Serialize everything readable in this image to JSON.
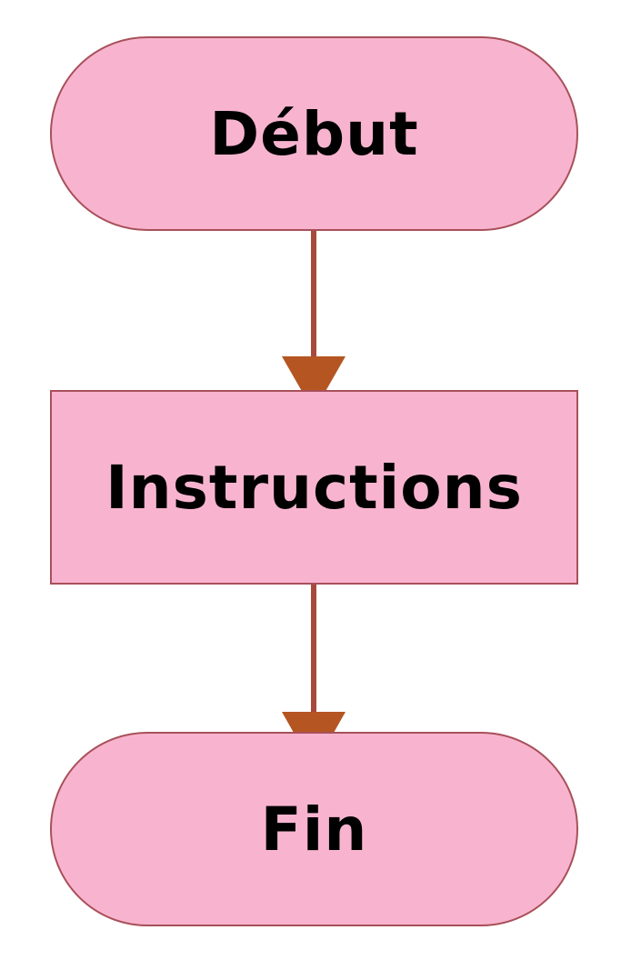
{
  "diagram": {
    "nodes": [
      {
        "id": "start",
        "label": "Début",
        "shape": "terminal"
      },
      {
        "id": "process",
        "label": "Instructions",
        "shape": "process"
      },
      {
        "id": "end",
        "label": "Fin",
        "shape": "terminal"
      }
    ],
    "edges": [
      {
        "from": "start",
        "to": "process"
      },
      {
        "from": "process",
        "to": "end"
      }
    ],
    "colors": {
      "node_fill": "#f8b4cf",
      "node_border": "#a8505a",
      "edge_line": "#a64b3c",
      "arrowhead": "#b55521",
      "text": "#000000"
    }
  }
}
